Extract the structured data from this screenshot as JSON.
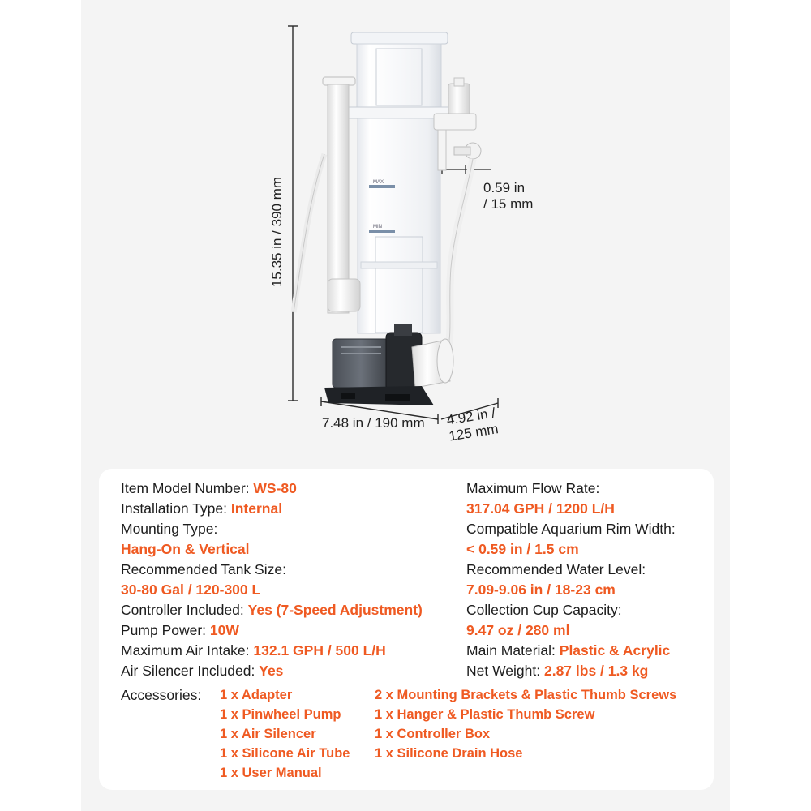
{
  "dimensions": {
    "height": "15.35 in / 390 mm",
    "width": "7.48 in / 190 mm",
    "depth_line1": "4.92 in /",
    "depth_line2": "125 mm",
    "gap_line1": "0.59 in",
    "gap_line2": "/ 15 mm"
  },
  "product_labels": {
    "max": "MAX",
    "min": "MIN"
  },
  "specs_left": [
    {
      "label": "Item Model Number: ",
      "value": "WS-80"
    },
    {
      "label": "Installation Type: ",
      "value": "Internal"
    },
    {
      "label": "Mounting Type:",
      "value": ""
    },
    {
      "label": "",
      "value": "Hang-On & Vertical"
    },
    {
      "label": "Recommended Tank Size:",
      "value": ""
    },
    {
      "label": "",
      "value": "30-80 Gal / 120-300 L"
    },
    {
      "label": "Controller Included: ",
      "value": "Yes (7-Speed Adjustment)"
    },
    {
      "label": "Pump Power: ",
      "value": "10W"
    },
    {
      "label": "Maximum Air Intake: ",
      "value": "132.1 GPH / 500 L/H"
    },
    {
      "label": "Air Silencer Included: ",
      "value": "Yes"
    }
  ],
  "specs_right": [
    {
      "label": "Maximum Flow Rate:",
      "value": ""
    },
    {
      "label": "",
      "value": "317.04 GPH / 1200 L/H"
    },
    {
      "label": "Compatible Aquarium Rim Width:",
      "value": ""
    },
    {
      "label": "",
      "value": "< 0.59 in / 1.5 cm"
    },
    {
      "label": "Recommended Water Level:",
      "value": ""
    },
    {
      "label": "",
      "value": "7.09-9.06 in / 18-23 cm"
    },
    {
      "label": "Collection Cup Capacity:",
      "value": ""
    },
    {
      "label": "",
      "value": "9.47 oz / 280 ml"
    },
    {
      "label": "Main Material: ",
      "value": "Plastic & Acrylic"
    },
    {
      "label": "Net Weight: ",
      "value": "2.87 lbs / 1.3 kg"
    }
  ],
  "accessories": {
    "label": "Accessories:",
    "col1": [
      "1 x Adapter",
      "1 x Pinwheel Pump",
      "1 x Air Silencer",
      "1 x Silicone Air Tube",
      "1 x User Manual"
    ],
    "col2": [
      "2 x Mounting Brackets & Plastic Thumb Screws",
      "1 x Hanger & Plastic Thumb Screw",
      "1 x Controller Box",
      "1 x Silicone Drain Hose"
    ]
  },
  "colors": {
    "accent": "#ef5a22",
    "text": "#1d1d1d",
    "panel": "#f4f4f4"
  }
}
